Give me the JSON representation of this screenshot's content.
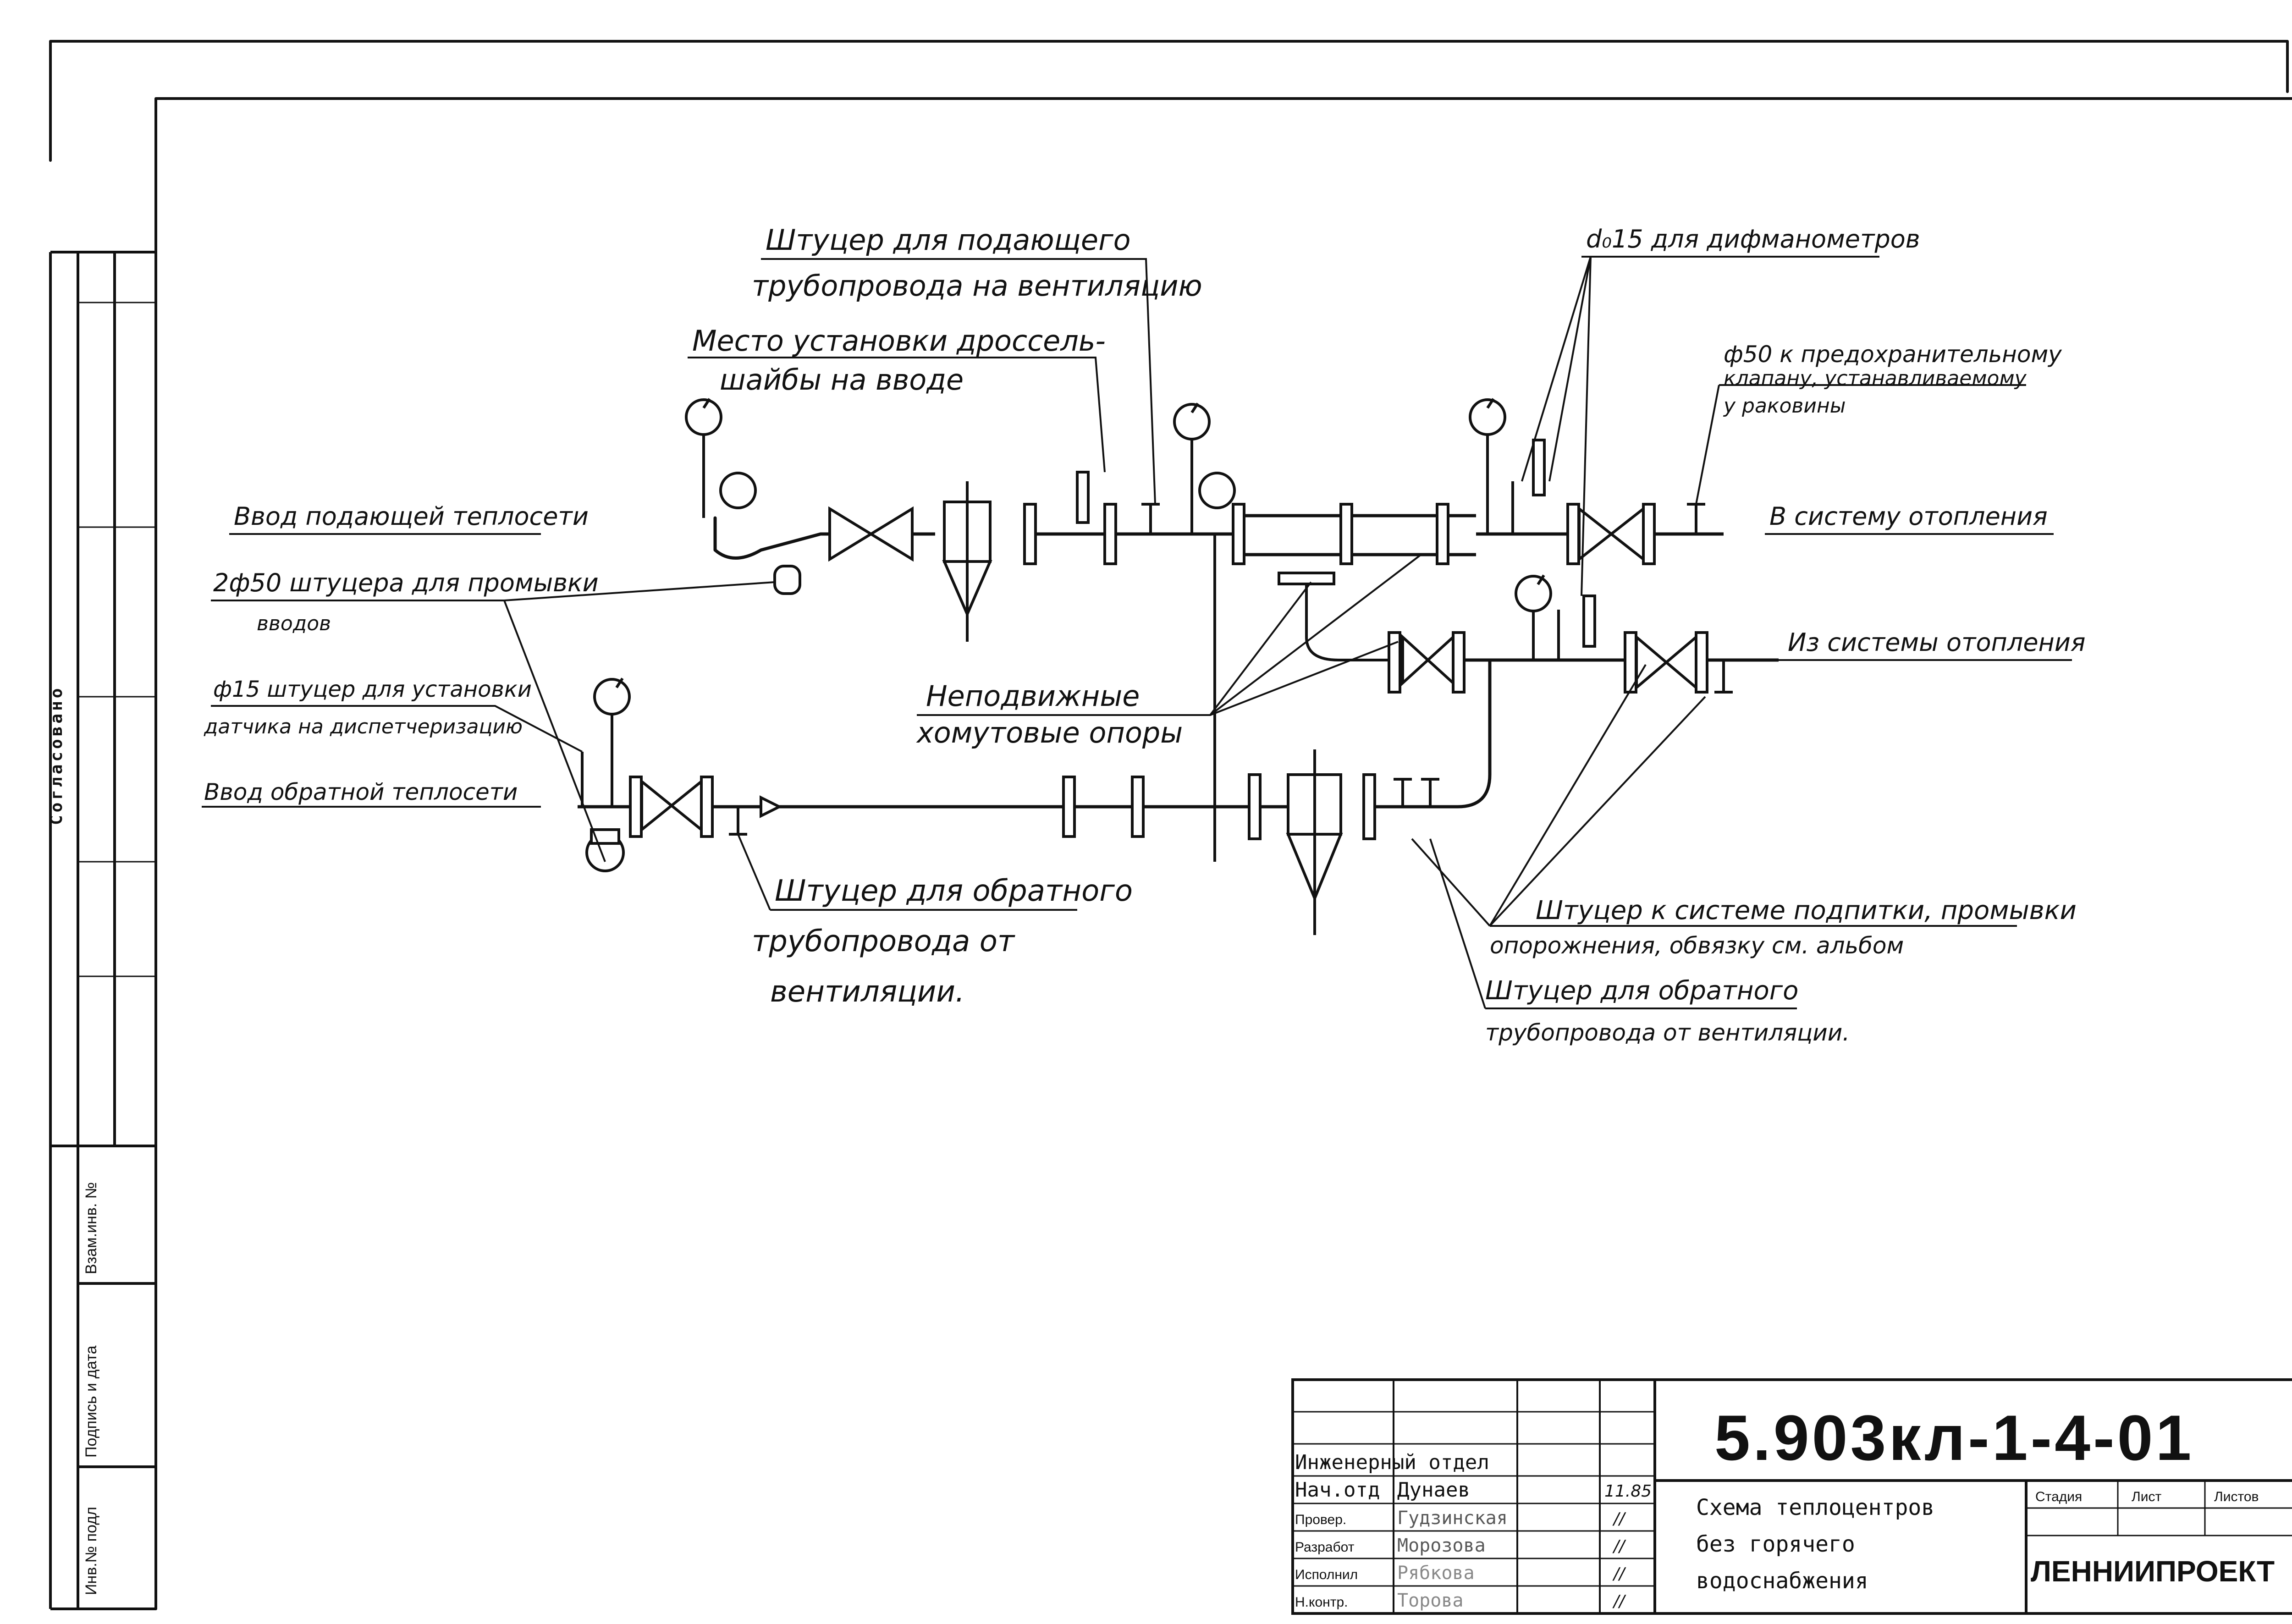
{
  "colors": {
    "ink": "#111111",
    "paper": "#ffffff"
  },
  "side_stamp": {
    "agreed": "Согласовано",
    "inv_sub": "Инв.№ подл",
    "sign_date": "Подпись и дата",
    "repl_inv": "Взам.инв. №"
  },
  "labels": {
    "supply_vent_fitting_1": "Штуцер для подающего",
    "supply_vent_fitting_2": "трубопровода на вентиляцию",
    "throttle_1": "Место установки дроссель-",
    "throttle_2": "шайбы на вводе",
    "dp_gauges": "d₀15 для дифманометров",
    "safety_valve_1": "ф50 к предохранительному",
    "safety_valve_2": "клапану, устанавливаемому",
    "safety_valve_3": "у раковины",
    "supply_inlet": "Ввод подающей теплосети",
    "to_heating": "В систему отопления",
    "flush_fittings_1": "2ф50 штуцера для промывки",
    "flush_fittings_2": "вводов",
    "from_heating": "Из системы отопления",
    "sensor_fitting_1": "ф15 штуцер для установки",
    "sensor_fitting_2": "датчика на диспетчеризацию",
    "fixed_supports_1": "Неподвижные",
    "fixed_supports_2": "хомутовые опоры",
    "return_inlet": "Ввод обратной теплосети",
    "return_vent_fitting_1": "Штуцер для обратного",
    "return_vent_fitting_2": "трубопровода от",
    "return_vent_fitting_3": "вентиляции.",
    "makeup_fitting_1": "Штуцер к системе подпитки, промывки",
    "makeup_fitting_2": "опорожнения, обвязку см. альбом",
    "return_vent_fitting2_1": "Штуцер для обратного",
    "return_vent_fitting2_2": "трубопровода от вентиляции."
  },
  "title_block": {
    "doc_code": "5.903кл-1-4-01",
    "dept": "Инженерный отдел",
    "roles": [
      "Нач.отд",
      "Провер.",
      "Разработ",
      "Исполнил",
      "Н.контр."
    ],
    "names": [
      "Дунаев",
      "Гудзинская",
      "Морозова",
      "Рябкова",
      "Торова"
    ],
    "dates": [
      "11.85",
      "//",
      "//",
      "//",
      "//"
    ],
    "drawing_title_1": "Схема теплоцентров",
    "drawing_title_2": "без горячего",
    "drawing_title_3": "водоснабжения",
    "stage": "Стадия",
    "sheet": "Лист",
    "sheets": "Листов",
    "org": "ЛЕННИИПРОЕКТ"
  }
}
